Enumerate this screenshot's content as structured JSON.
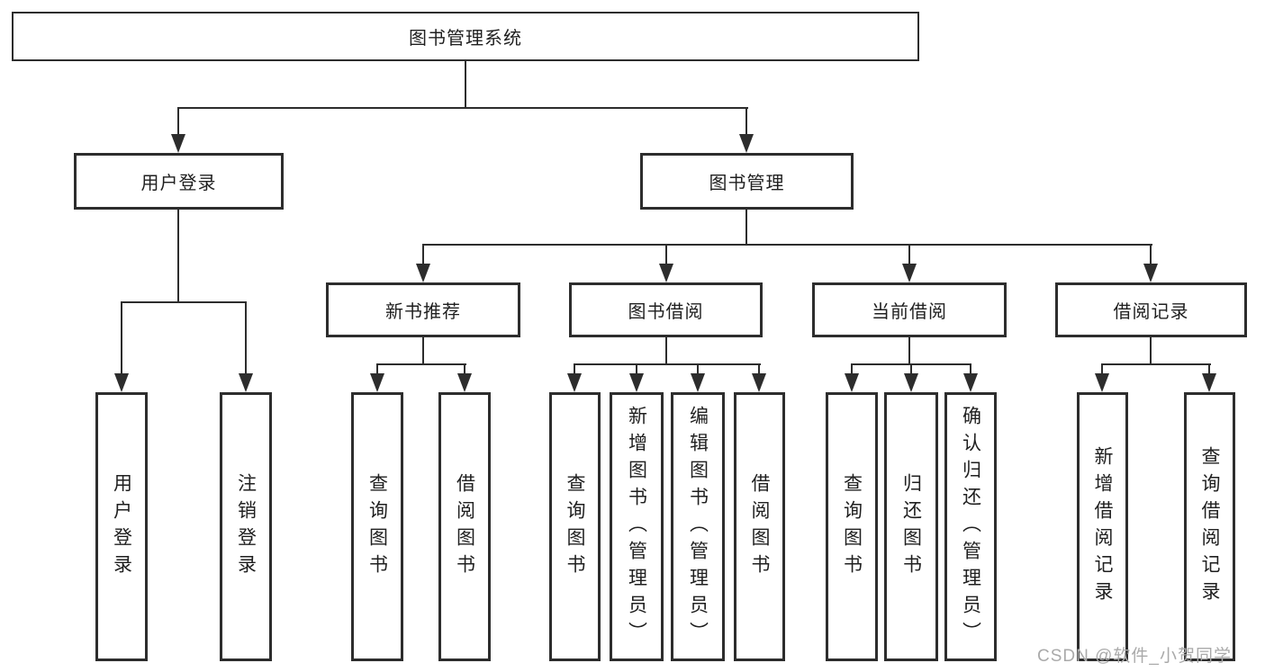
{
  "nodes": {
    "root": "图书管理系统",
    "branches": [
      "用户登录",
      "图书管理"
    ],
    "modules": [
      "新书推荐",
      "图书借阅",
      "当前借阅",
      "借阅记录"
    ],
    "leaves": [
      "用户登录",
      "注销登录",
      "查询图书",
      "借阅图书",
      "查询图书",
      "新增图书（管理员）",
      "编辑图书（管理员）",
      "借阅图书",
      "查询图书",
      "归还图书",
      "确认归还（管理员）",
      "新增借阅记录",
      "查询借阅记录"
    ]
  },
  "watermark": "CSDN @软件_小贺同学",
  "colors": {
    "line": "#2d2d2d",
    "text": "#1f1f1f",
    "watermark": "#aaaaaa",
    "background": "#ffffff"
  }
}
